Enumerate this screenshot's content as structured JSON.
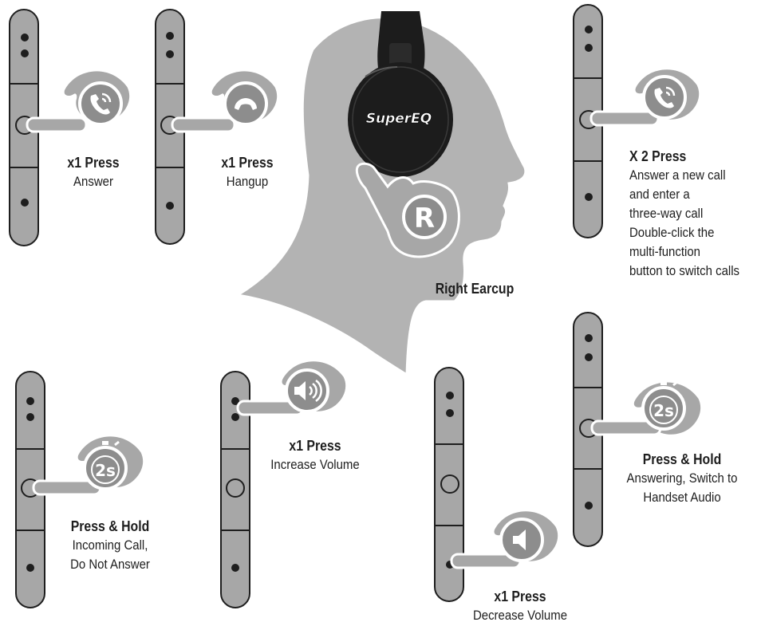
{
  "headphone": {
    "brand": "SuperEQ",
    "badge": "R",
    "caption": "Right Earcup"
  },
  "controls": [
    {
      "title": "x1 Press",
      "desc": [
        "Answer"
      ],
      "icon": "phone-answer-icon"
    },
    {
      "title": "x1 Press",
      "desc": [
        "Hangup"
      ],
      "icon": "phone-hangup-icon"
    },
    {
      "title": "X 2 Press",
      "desc": [
        "Answer a new call",
        "and enter a",
        "three-way call",
        "Double-click the",
        "multi-function",
        "button to switch calls"
      ],
      "icon": "phone-answer-icon"
    },
    {
      "title": "Press & Hold",
      "desc": [
        "Incoming Call,",
        "Do Not Answer"
      ],
      "icon": "timer-2s-icon",
      "icon_text": "2s"
    },
    {
      "title": "x1 Press",
      "desc": [
        "Increase Volume"
      ],
      "icon": "volume-up-icon"
    },
    {
      "title": "x1 Press",
      "desc": [
        "Decrease Volume"
      ],
      "icon": "volume-down-icon"
    },
    {
      "title": "Press & Hold",
      "desc": [
        "Answering, Switch to",
        "Handset Audio"
      ],
      "icon": "timer-2s-icon",
      "icon_text": "2s"
    }
  ],
  "colors": {
    "panel_gray": "#a7a7a7",
    "outline": "#1e1e1e",
    "head_gray": "#b3b3b3",
    "headphone_black": "#1c1c1c"
  }
}
